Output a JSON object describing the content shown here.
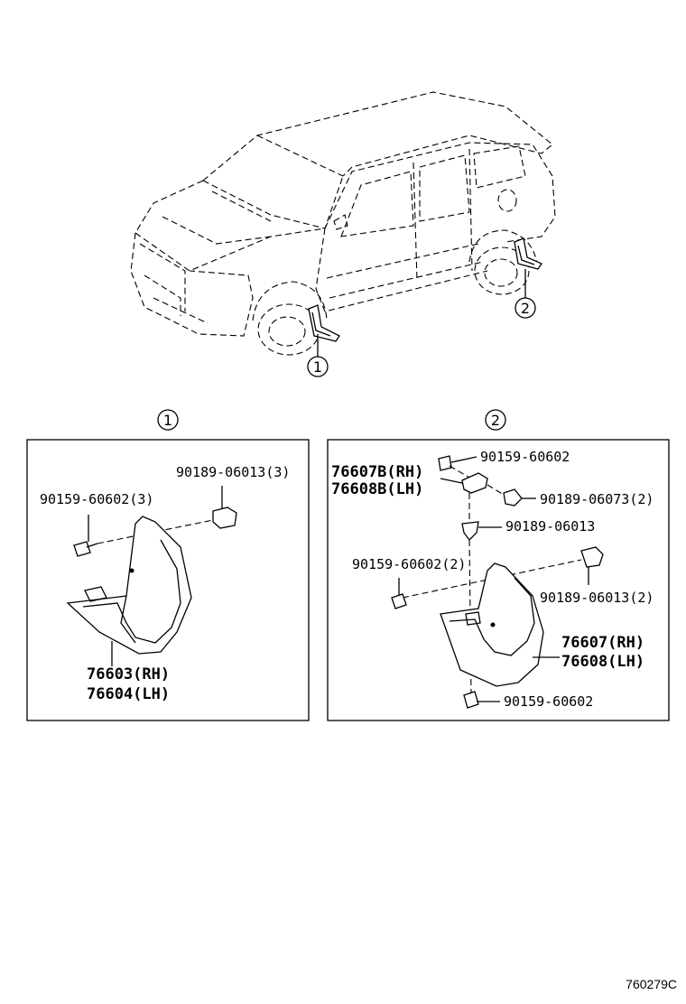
{
  "callouts": {
    "one": "1",
    "two": "2"
  },
  "panel1": {
    "labels": {
      "clip_3": "90189-06013(3)",
      "screw_3": "90159-60602(3)",
      "flap_rh": "76603(RH)",
      "flap_lh": "76604(LH)"
    }
  },
  "panel2": {
    "labels": {
      "bracket_rh": "76607B(RH)",
      "bracket_lh": "76608B(LH)",
      "screw_top": "90159-60602",
      "clip_073": "90189-06073(2)",
      "clip_013": "90189-06013",
      "screw_2": "90159-60602(2)",
      "clip_013_2": "90189-06013(2)",
      "flap_rh": "76607(RH)",
      "flap_lh": "76608(LH)",
      "screw_bottom": "90159-60602"
    }
  },
  "drawing_code": "760279C"
}
